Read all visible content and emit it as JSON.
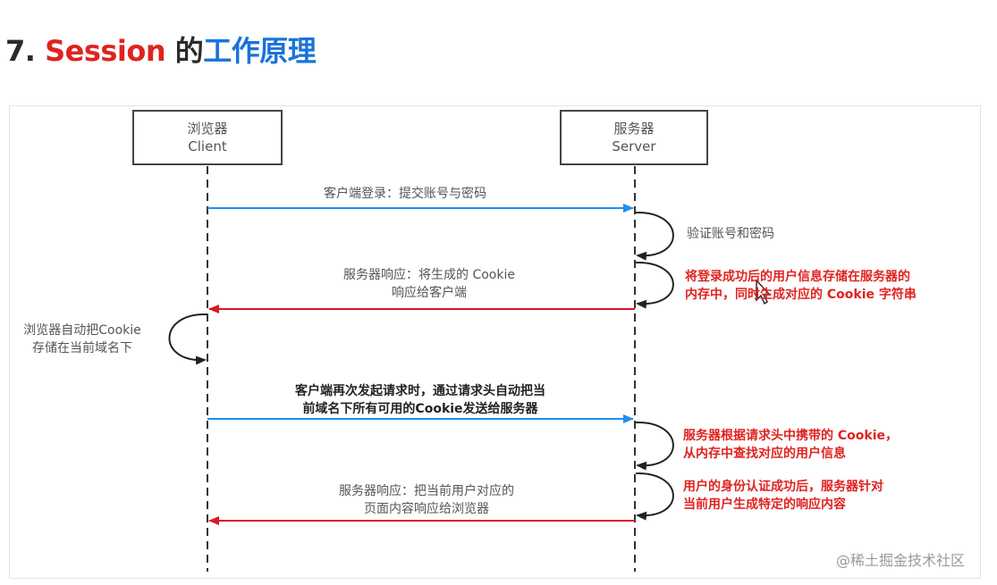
{
  "title": {
    "number": "7.",
    "keyword": "Session",
    "de": "的",
    "rest": "工作原理"
  },
  "actors": {
    "client": {
      "line1": "浏览器",
      "line2": "Client"
    },
    "server": {
      "line1": "服务器",
      "line2": "Server"
    }
  },
  "messages": {
    "login": "客户端登录：提交账号与密码",
    "verify": "验证账号和密码",
    "response1": {
      "line1": "服务器响应：将生成的 Cookie",
      "line2": "响应给客户端"
    },
    "store_server": {
      "line1": "将登录成功后的用户信息存储在服务器的",
      "line2": "内存中，同时生成对应的 Cookie 字符串"
    },
    "store_client": {
      "line1": "浏览器自动把Cookie",
      "line2": "存储在当前域名下"
    },
    "request2": {
      "line1": "客户端再次发起请求时，通过请求头自动把当",
      "line2": "前域名下所有可用的Cookie发送给服务器"
    },
    "lookup": {
      "line1": "服务器根据请求头中携带的 Cookie，",
      "line2": "从内存中查找对应的用户信息"
    },
    "auth": {
      "line1": "用户的身份认证成功后，服务器针对",
      "line2": "当前用户生成特定的响应内容"
    },
    "response2": {
      "line1": "服务器响应：把当前用户对应的",
      "line2": "页面内容响应给浏览器"
    }
  },
  "watermark": "@稀土掘金技术社区",
  "colors": {
    "blue_arrow": "#1e8ff0",
    "red_arrow": "#d9182a",
    "title_red": "#e0231f",
    "title_blue": "#1a73d9"
  }
}
